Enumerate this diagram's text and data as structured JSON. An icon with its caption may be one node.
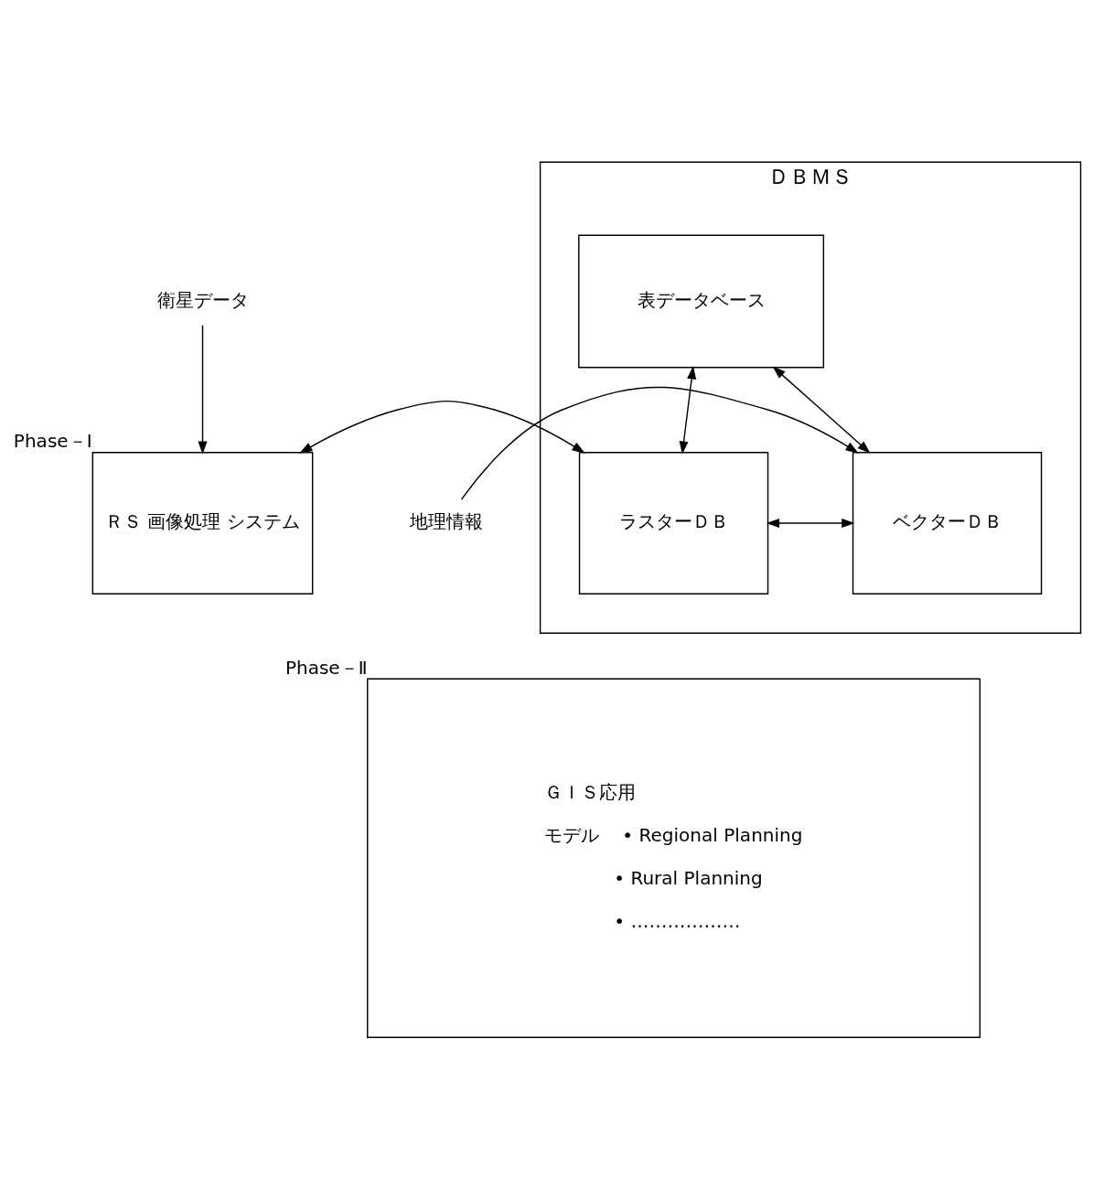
{
  "diagram": {
    "nodes": [
      {
        "text": [
          "衛星データ"
        ]
      },
      {
        "text": [
          "ＲＳ 画像処理 システム"
        ],
        "beside": [
          "Phase－Ⅰ"
        ]
      },
      {
        "text": [
          "ＤＢＭＳ"
        ]
      },
      {
        "text": [
          "表データベース"
        ],
        "in": 2
      },
      {
        "text": [
          "ラスターＤＢ"
        ],
        "in": 2
      },
      {
        "text": [
          "ベクターＤＢ"
        ],
        "in": 2
      },
      {
        "text": [
          "地理情報"
        ]
      },
      {
        "text": [
          "ＧＩＳ応用",
          "モデル",
          "• Regional Planning",
          "• Rural Planning",
          "• ………………"
        ],
        "beside": [
          "Phase－Ⅱ"
        ]
      }
    ],
    "edges": [
      {
        "from": 0,
        "to": 1,
        "arrow": "to"
      },
      {
        "from": 1,
        "to": 4,
        "arrow": "both"
      },
      {
        "from": 3,
        "to": 4,
        "arrow": "both"
      },
      {
        "from": 3,
        "to": 5,
        "arrow": "both"
      },
      {
        "from": 4,
        "to": 5,
        "arrow": "both"
      },
      {
        "from": 6,
        "to": 5,
        "arrow": "to"
      }
    ]
  }
}
